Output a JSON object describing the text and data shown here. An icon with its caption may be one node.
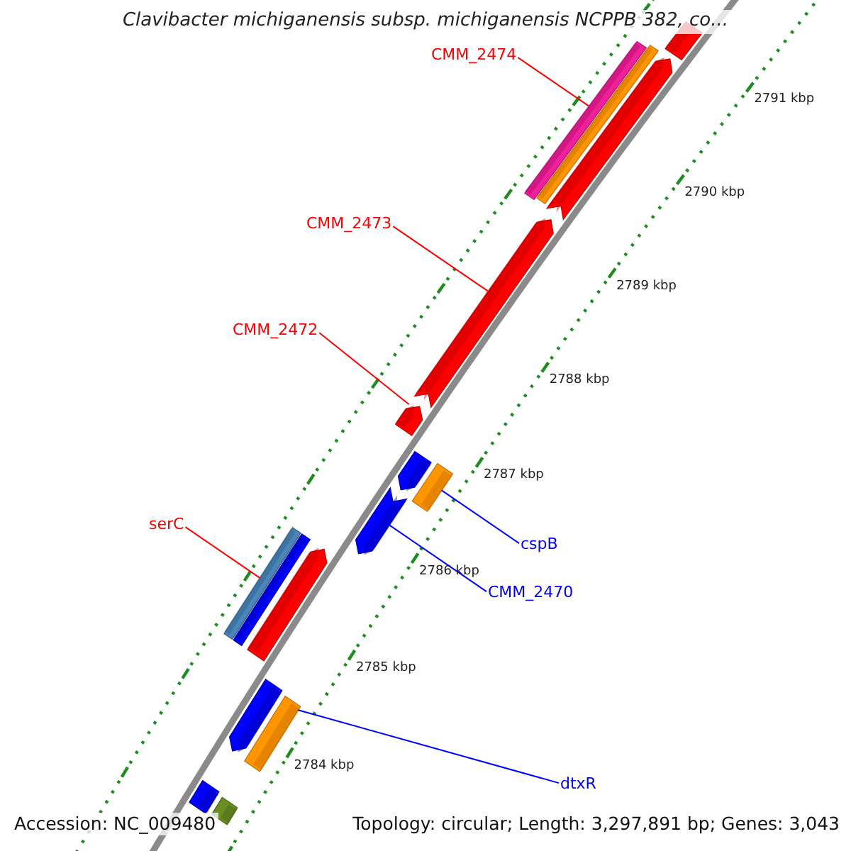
{
  "diagram": {
    "title": "Clavibacter michiganensis subsp. michiganensis NCPPB 382, co...",
    "nodes": [
      {
        "text": [
          "CMM_2474"
        ]
      },
      {
        "text": [],
        "shape": "bar"
      },
      {
        "text": [],
        "shape": "bar"
      },
      {
        "text": [],
        "shape": "bar"
      },
      {
        "text": [],
        "shape": "arrow"
      },
      {
        "text": [
          "CMM_2473"
        ]
      },
      {
        "text": [],
        "shape": "arrow"
      },
      {
        "text": [
          "CMM_2472"
        ]
      },
      {
        "text": [],
        "shape": "arrow"
      },
      {
        "text": [],
        "shape": "arrow"
      },
      {
        "text": [],
        "shape": "bar"
      },
      {
        "text": [
          "cspB"
        ]
      },
      {
        "text": [],
        "shape": "arrow"
      },
      {
        "text": [
          "CMM_2470"
        ]
      },
      {
        "text": [
          "serC"
        ]
      },
      {
        "text": [],
        "shape": "bar"
      },
      {
        "text": [],
        "shape": "bar"
      },
      {
        "text": [],
        "shape": "arrow"
      },
      {
        "text": [],
        "shape": "arrow"
      },
      {
        "text": [],
        "shape": "bar"
      },
      {
        "text": [
          "dtxR"
        ]
      },
      {
        "text": [],
        "shape": "bar"
      },
      {
        "text": [],
        "shape": "bar"
      }
    ],
    "edges": [
      {
        "from": 0,
        "to": 2,
        "arrow": "none"
      },
      {
        "from": 5,
        "to": 6,
        "arrow": "none"
      },
      {
        "from": 7,
        "to": 8,
        "arrow": "none"
      },
      {
        "from": 14,
        "to": 15,
        "arrow": "none"
      },
      {
        "from": 11,
        "to": 10,
        "arrow": "none",
        "color": "#0000ff"
      },
      {
        "from": 13,
        "to": 12,
        "arrow": "none",
        "color": "#0000ff"
      },
      {
        "from": 20,
        "to": 19,
        "arrow": "none",
        "color": "#0000ff"
      }
    ],
    "labels": [
      "2791 kbp",
      "2790 kbp",
      "2789 kbp",
      "2788 kbp",
      "2787 kbp",
      "2786 kbp",
      "2785 kbp",
      "2784 kbp",
      "Accession: NC_009480",
      "Topology: circular; Length: 3,297,891 bp; Genes: 3,043"
    ]
  }
}
